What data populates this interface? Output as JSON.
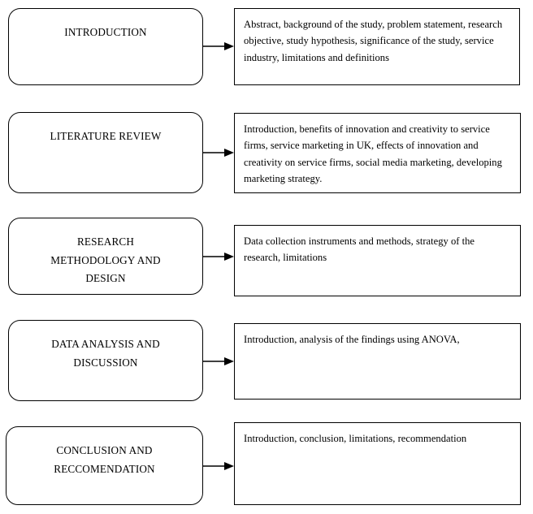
{
  "diagram": {
    "type": "flowchart",
    "orientation": "left-stage-to-right-detail",
    "arrow_color": "#000000",
    "border_color": "#000000",
    "background_color": "#ffffff",
    "rows": [
      {
        "stage": "INTRODUCTION",
        "detail": "Abstract, background of the study, problem statement, research objective, study hypothesis, significance of the study, service industry, limitations and definitions"
      },
      {
        "stage": "LITERATURE REVIEW",
        "detail": "Introduction, benefits of innovation and creativity to service firms, service marketing in UK, effects of innovation and creativity on service firms, social media marketing, developing marketing strategy."
      },
      {
        "stage": "RESEARCH\nMETHODOLOGY AND\nDESIGN",
        "detail": "Data collection instruments and methods, strategy of the research, limitations"
      },
      {
        "stage": "DATA ANALYSIS AND\nDISCUSSION",
        "detail": "Introduction, analysis of the findings using ANOVA,"
      },
      {
        "stage": "CONCLUSION AND\nRECCOMENDATION",
        "detail": "Introduction, conclusion, limitations, recommendation"
      }
    ]
  }
}
